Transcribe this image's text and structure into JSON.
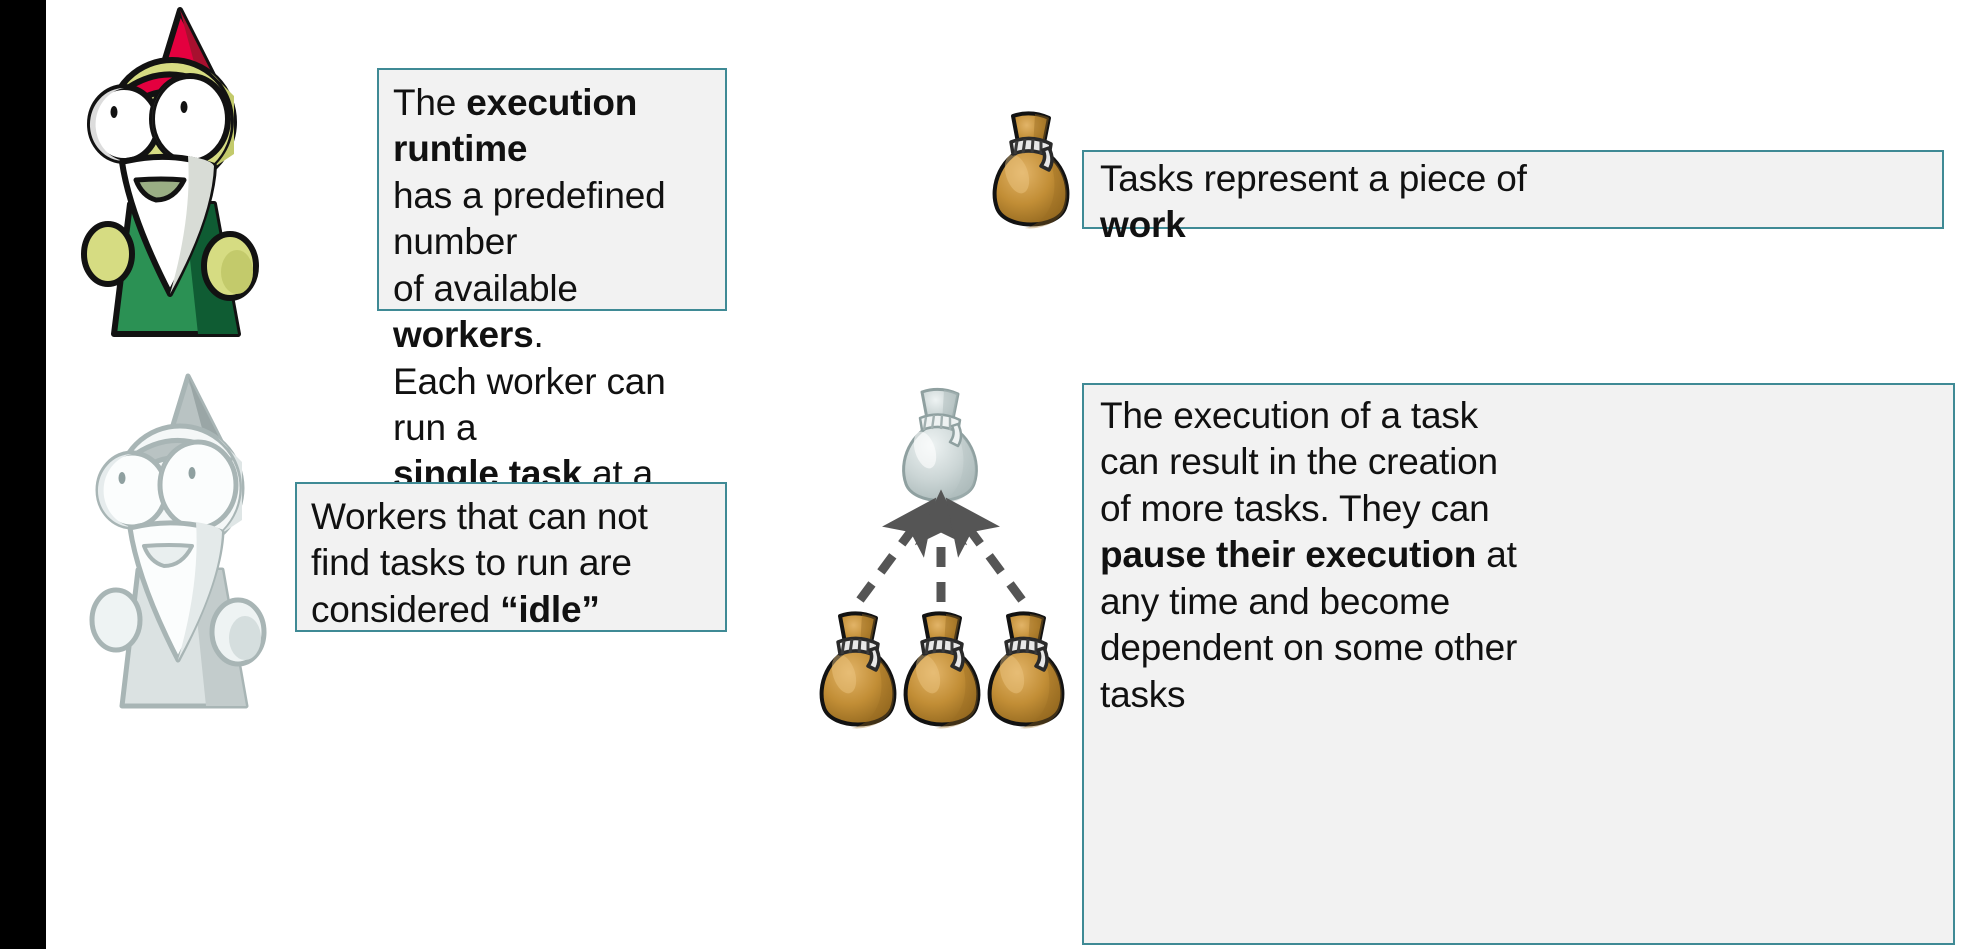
{
  "slide": {
    "background_color": "#ffffff",
    "rail_color": "#000000",
    "callout_fill": "#f2f2f2",
    "callout_border": "#3f8a95"
  },
  "callouts": {
    "runtime": {
      "name": "execution-runtime-callout",
      "lines": [
        {
          "segments": [
            {
              "text": "The ",
              "bold": false
            },
            {
              "text": "execution runtime",
              "bold": true
            }
          ]
        },
        {
          "segments": [
            {
              "text": "has a predefined number",
              "bold": false
            }
          ]
        },
        {
          "segments": [
            {
              "text": "of available ",
              "bold": false
            },
            {
              "text": "workers",
              "bold": true
            },
            {
              "text": ".",
              "bold": false
            }
          ]
        },
        {
          "segments": [
            {
              "text": "Each worker can run a",
              "bold": false
            }
          ]
        },
        {
          "segments": [
            {
              "text": "single task",
              "bold": true
            },
            {
              "text": " at a time",
              "bold": false
            }
          ]
        }
      ]
    },
    "work": {
      "name": "task-work-callout",
      "lines": [
        {
          "segments": [
            {
              "text": "Tasks represent a piece of",
              "bold": false
            }
          ]
        },
        {
          "segments": [
            {
              "text": "work",
              "bold": true
            }
          ]
        }
      ]
    },
    "idle": {
      "name": "idle-worker-callout",
      "lines": [
        {
          "segments": [
            {
              "text": "Workers that can not",
              "bold": false
            }
          ]
        },
        {
          "segments": [
            {
              "text": "find tasks to run are",
              "bold": false
            }
          ]
        },
        {
          "segments": [
            {
              "text": "considered ",
              "bold": false
            },
            {
              "text": "“idle”",
              "bold": true
            }
          ]
        }
      ]
    },
    "spawn": {
      "name": "task-spawn-callout",
      "lines": [
        {
          "segments": [
            {
              "text": "The execution of a task",
              "bold": false
            }
          ]
        },
        {
          "segments": [
            {
              "text": "can result in the creation",
              "bold": false
            }
          ]
        },
        {
          "segments": [
            {
              "text": "of more tasks. They can",
              "bold": false
            }
          ]
        },
        {
          "segments": [
            {
              "text": "pause their execution",
              "bold": true
            },
            {
              "text": " at",
              "bold": false
            }
          ]
        },
        {
          "segments": [
            {
              "text": "any time and become",
              "bold": false
            }
          ]
        },
        {
          "segments": [
            {
              "text": "dependent on some other",
              "bold": false
            }
          ]
        },
        {
          "segments": [
            {
              "text": "tasks",
              "bold": false
            }
          ]
        }
      ]
    }
  },
  "art": {
    "gnome_active": {
      "name": "gnome-worker-active",
      "hat_color": "#e4003f",
      "hat_shadow": "#a8102f",
      "face_color": "#d6dc82",
      "face_shadow": "#c3ca6b",
      "robe_color": "#2b9154",
      "robe_shadow": "#0f5c33",
      "beard_color": "#ffffff",
      "beard_shadow": "#d8dcd6",
      "mouth_color": "#9aae84"
    },
    "gnome_idle": {
      "name": "gnome-worker-idle",
      "hat_color": "#b9c3c3",
      "hat_shadow": "#9aa6a6",
      "face_color": "#f4f7f7",
      "face_shadow": "#dfe6e6",
      "robe_color": "#dbe2e2",
      "robe_shadow": "#c3cccc",
      "beard_color": "#fbfdfd",
      "outline_color": "#a8b5b5"
    },
    "bag_task": {
      "name": "task-bag-gold",
      "body_color": "#c08b33",
      "body_highlight": "#e0b05f",
      "body_shadow": "#9a6d23",
      "tie_color": "#e8e8e8",
      "outline_color": "#1a1a1a"
    },
    "bag_parent": {
      "name": "task-bag-grey",
      "body_color": "#ccd6d6",
      "body_highlight": "#e9eeee",
      "body_shadow": "#aebcbc",
      "tie_color": "#eef2f2",
      "outline_color": "#8fa0a0"
    },
    "arrows": {
      "name": "dependency-arrows",
      "color": "#555555",
      "style": "dashed",
      "count": 3,
      "direction": "up"
    }
  }
}
